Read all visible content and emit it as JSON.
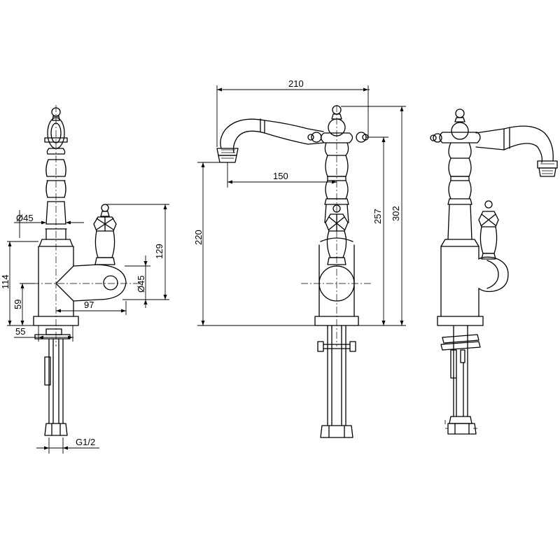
{
  "figure": "faucet-technical-drawing",
  "views": [
    "side-view",
    "front-view",
    "rear-three-quarter-view"
  ],
  "dimensions": {
    "d_45_spout": "Ø45",
    "d_45_body": "Ø45",
    "h_114": "114",
    "h_59": "59",
    "w_55": "55",
    "w_97": "97",
    "h_129": "129",
    "thread": "G1/2",
    "w_210": "210",
    "w_150": "150",
    "h_220": "220",
    "h_257": "257",
    "h_302": "302"
  }
}
